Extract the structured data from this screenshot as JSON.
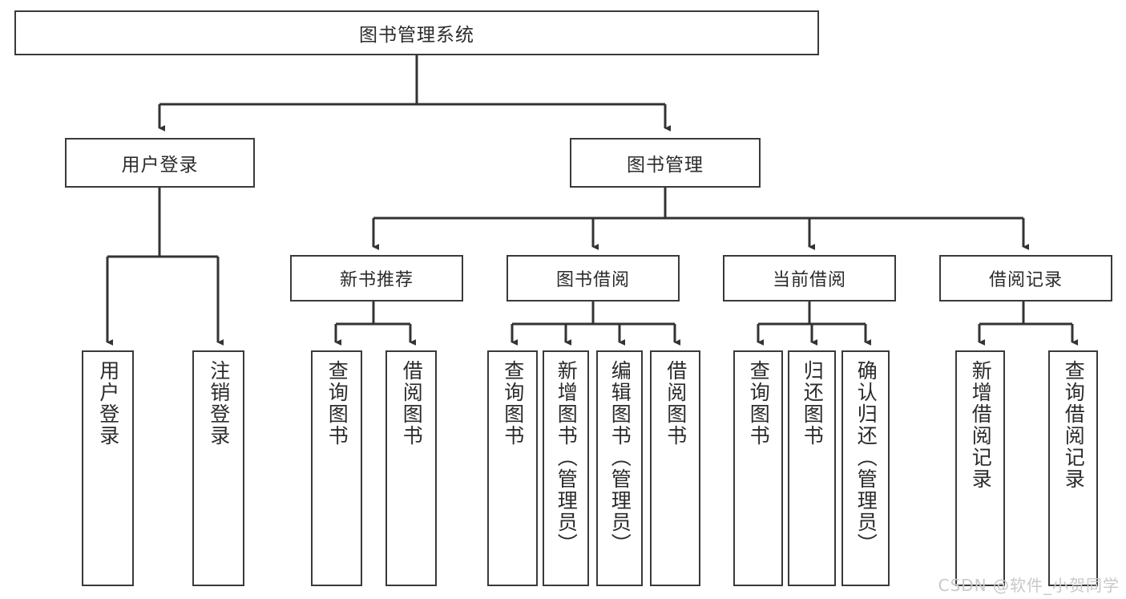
{
  "diagram": {
    "title": "图书管理系统",
    "type": "hierarchy-tree",
    "watermark": "CSDN @软件_小贺同学",
    "colors": {
      "box_border": "#3a3a3a",
      "box_fill": "#ffffff",
      "connector": "#333333",
      "text": "#2b2b2b",
      "watermark": "#c9c9c9",
      "background": "#ffffff"
    },
    "nodes": {
      "root": {
        "label": "图书管理系统"
      },
      "level1": [
        {
          "id": "user-login",
          "label": "用户登录"
        },
        {
          "id": "book-management",
          "label": "图书管理"
        }
      ],
      "level2": [
        {
          "id": "new-book-recommend",
          "label": "新书推荐"
        },
        {
          "id": "book-borrow",
          "label": "图书借阅"
        },
        {
          "id": "current-borrow",
          "label": "当前借阅"
        },
        {
          "id": "borrow-record",
          "label": "借阅记录"
        }
      ],
      "leaves": {
        "user_login": [
          {
            "id": "leaf-user-login",
            "label": "用户登录"
          },
          {
            "id": "leaf-logout-login",
            "label": "注销登录"
          }
        ],
        "new_book_recommend": [
          {
            "id": "leaf-query-book-1",
            "label": "查询图书"
          },
          {
            "id": "leaf-borrow-book-1",
            "label": "借阅图书"
          }
        ],
        "book_borrow": [
          {
            "id": "leaf-query-book-2",
            "label": "查询图书"
          },
          {
            "id": "leaf-add-book",
            "label": "新增图书（管理员）"
          },
          {
            "id": "leaf-edit-book",
            "label": "编辑图书（管理员）"
          },
          {
            "id": "leaf-borrow-book-2",
            "label": "借阅图书"
          }
        ],
        "current_borrow": [
          {
            "id": "leaf-query-book-3",
            "label": "查询图书"
          },
          {
            "id": "leaf-return-book",
            "label": "归还图书"
          },
          {
            "id": "leaf-confirm-return",
            "label": "确认归还（管理员）"
          }
        ],
        "borrow_record": [
          {
            "id": "leaf-add-record",
            "label": "新增借阅记录"
          },
          {
            "id": "leaf-query-record",
            "label": "查询借阅记录"
          }
        ]
      }
    }
  }
}
